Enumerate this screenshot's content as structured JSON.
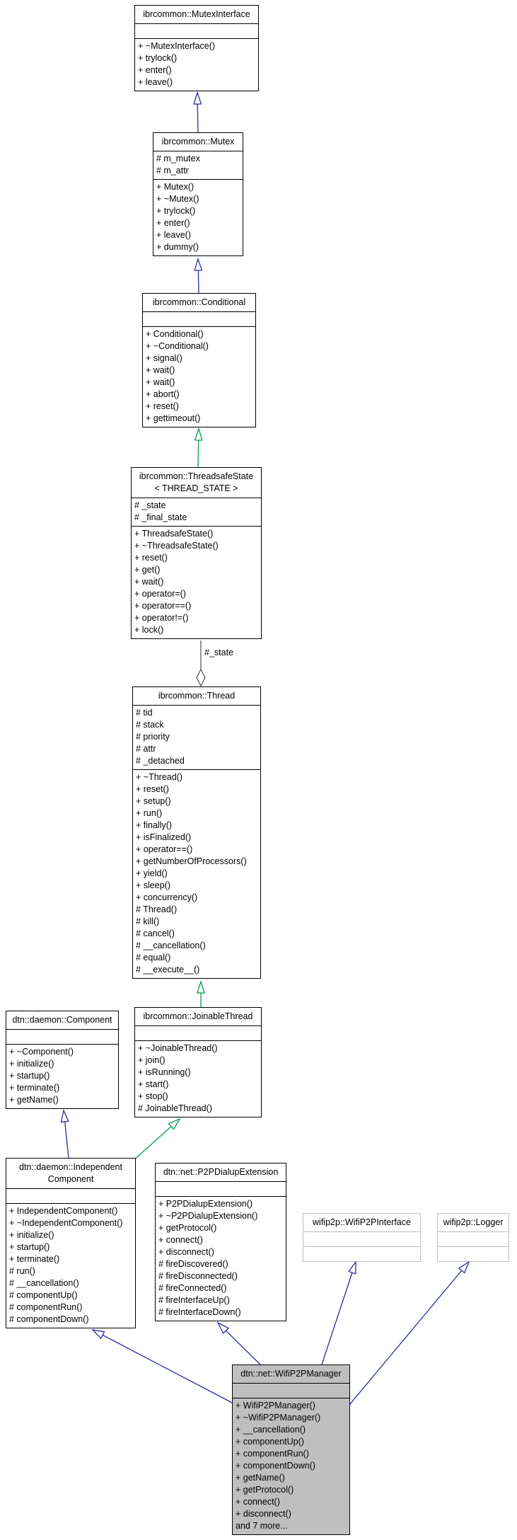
{
  "edge_labels": {
    "state": "#_state"
  },
  "colors": {
    "public_inheritance": "#292DA4",
    "protected_inheritance": "#009F4C",
    "member_aggregation": "#4D4D4D",
    "current_class_fill": "#BFBFBF",
    "external_class_border": "#BDBDBD",
    "box_border": "#000000"
  },
  "relations": [
    {
      "from": "ibrcommon::Mutex",
      "to": "ibrcommon::MutexInterface",
      "type": "public-inheritance"
    },
    {
      "from": "ibrcommon::Conditional",
      "to": "ibrcommon::Mutex",
      "type": "public-inheritance"
    },
    {
      "from": "ibrcommon::ThreadsafeState< THREAD_STATE >",
      "to": "ibrcommon::Conditional",
      "type": "protected-inheritance"
    },
    {
      "from": "ibrcommon::Thread",
      "to": "ibrcommon::ThreadsafeState< THREAD_STATE >",
      "type": "aggregation",
      "label": "#_state"
    },
    {
      "from": "ibrcommon::JoinableThread",
      "to": "ibrcommon::Thread",
      "type": "protected-inheritance"
    },
    {
      "from": "dtn::daemon::IndependentComponent",
      "to": "dtn::daemon::Component",
      "type": "public-inheritance"
    },
    {
      "from": "dtn::daemon::IndependentComponent",
      "to": "ibrcommon::JoinableThread",
      "type": "protected-inheritance"
    },
    {
      "from": "dtn::net::WifiP2PManager",
      "to": "dtn::daemon::IndependentComponent",
      "type": "public-inheritance"
    },
    {
      "from": "dtn::net::WifiP2PManager",
      "to": "dtn::net::P2PDialupExtension",
      "type": "public-inheritance"
    },
    {
      "from": "dtn::net::WifiP2PManager",
      "to": "wifip2p::WifiP2PInterface",
      "type": "public-inheritance"
    },
    {
      "from": "dtn::net::WifiP2PManager",
      "to": "wifip2p::Logger",
      "type": "public-inheritance"
    }
  ],
  "classes": {
    "mutex_interface": {
      "title": "ibrcommon::MutexInterface",
      "attributes": [],
      "methods": [
        "+ ~MutexInterface()",
        "+ trylock()",
        "+ enter()",
        "+ leave()"
      ]
    },
    "mutex": {
      "title": "ibrcommon::Mutex",
      "attributes": [
        "# m_mutex",
        "# m_attr"
      ],
      "methods": [
        "+ Mutex()",
        "+ ~Mutex()",
        "+ trylock()",
        "+ enter()",
        "+ leave()",
        "+ dummy()"
      ]
    },
    "conditional": {
      "title": "ibrcommon::Conditional",
      "attributes": [],
      "methods": [
        "+ Conditional()",
        "+ ~Conditional()",
        "+ signal()",
        "+ wait()",
        "+ wait()",
        "+ abort()",
        "+ reset()",
        "+ gettimeout()"
      ]
    },
    "threadsafe_state": {
      "title": "ibrcommon::ThreadsafeState\n< THREAD_STATE >",
      "attributes": [
        "# _state",
        "# _final_state"
      ],
      "methods": [
        "+ ThreadsafeState()",
        "+ ~ThreadsafeState()",
        "+ reset()",
        "+ get()",
        "+ wait()",
        "+ operator=()",
        "+ operator==()",
        "+ operator!=()",
        "+ lock()"
      ]
    },
    "thread": {
      "title": "ibrcommon::Thread",
      "attributes": [
        "# tid",
        "# stack",
        "# priority",
        "# attr",
        "# _detached"
      ],
      "methods": [
        "+ ~Thread()",
        "+ reset()",
        "+ setup()",
        "+ run()",
        "+ finally()",
        "+ isFinalized()",
        "+ operator==()",
        "+ getNumberOfProcessors()",
        "+ yield()",
        "+ sleep()",
        "+ concurrency()",
        "# Thread()",
        "# kill()",
        "# cancel()",
        "# __cancellation()",
        "# equal()",
        "# __execute__()"
      ]
    },
    "component": {
      "title": "dtn::daemon::Component",
      "attributes": [],
      "methods": [
        "+ ~Component()",
        "+ initialize()",
        "+ startup()",
        "+ terminate()",
        "+ getName()"
      ]
    },
    "joinable_thread": {
      "title": "ibrcommon::JoinableThread",
      "attributes": [],
      "methods": [
        "+ ~JoinableThread()",
        "+ join()",
        "+ isRunning()",
        "+ start()",
        "+ stop()",
        "# JoinableThread()"
      ]
    },
    "independent_component": {
      "title": "dtn::daemon::Independent\nComponent",
      "attributes": [],
      "methods": [
        "+ IndependentComponent()",
        "+ ~IndependentComponent()",
        "+ initialize()",
        "+ startup()",
        "+ terminate()",
        "# run()",
        "# __cancellation()",
        "# componentUp()",
        "# componentRun()",
        "# componentDown()"
      ]
    },
    "p2p_dialup_extension": {
      "title": "dtn::net::P2PDialupExtension",
      "attributes": [],
      "methods": [
        "+ P2PDialupExtension()",
        "+ ~P2PDialupExtension()",
        "+ getProtocol()",
        "+ connect()",
        "+ disconnect()",
        "# fireDiscovered()",
        "# fireDisconnected()",
        "# fireConnected()",
        "# fireInterfaceUp()",
        "# fireInterfaceDown()"
      ]
    },
    "wifi_p2p_interface": {
      "title": "wifip2p::WifiP2PInterface",
      "attributes": [],
      "methods": []
    },
    "logger": {
      "title": "wifip2p::Logger",
      "attributes": [],
      "methods": []
    },
    "wifi_p2p_manager": {
      "title": "dtn::net::WifiP2PManager",
      "attributes": [],
      "methods": [
        "+ WifiP2PManager()",
        "+ ~WifiP2PManager()",
        "+ __cancellation()",
        "+ componentUp()",
        "+ componentRun()",
        "+ componentDown()",
        "+ getName()",
        "+ getProtocol()",
        "+ connect()",
        "+ disconnect()",
        "and 7 more..."
      ]
    }
  }
}
